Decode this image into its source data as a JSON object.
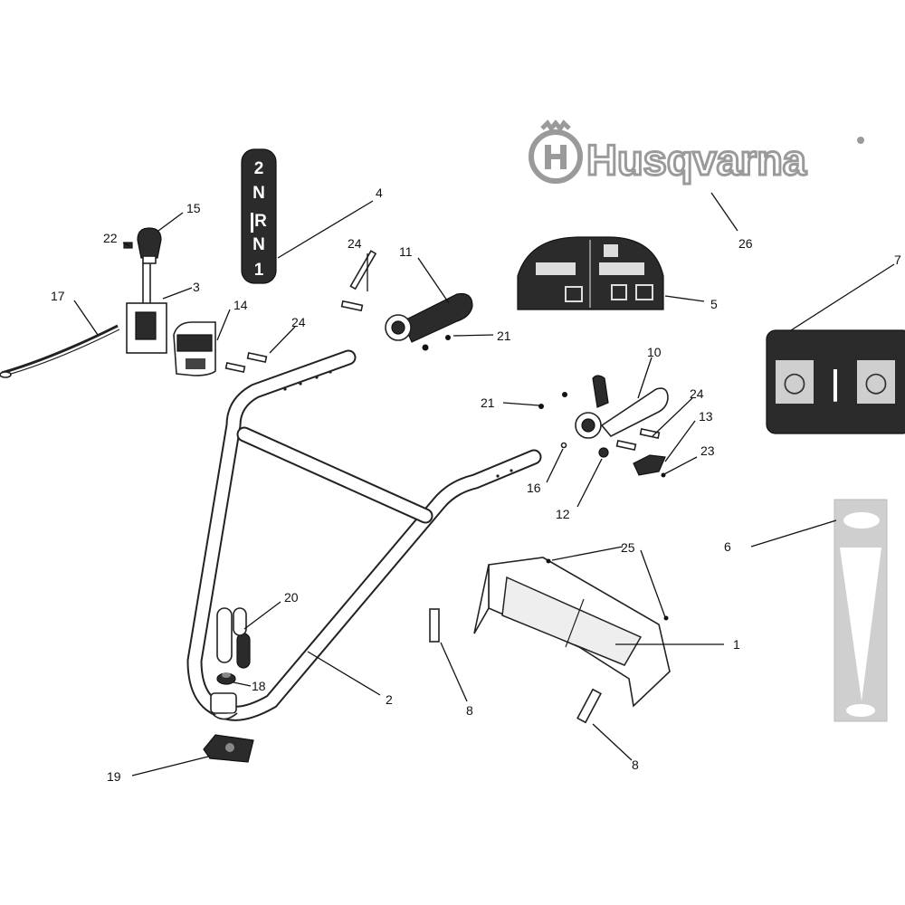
{
  "diagram": {
    "brand": {
      "text": "Husqvarna",
      "color": "#9a9a9a"
    },
    "gear_decal": [
      "2",
      "N",
      "R",
      "N",
      "1"
    ],
    "switch_decal_symbols": [
      "○",
      "|",
      "○"
    ],
    "labels": {
      "p1": "1",
      "p2": "2",
      "p3": "3",
      "p4": "4",
      "p5": "5",
      "p6": "6",
      "p7": "7",
      "p8a": "8",
      "p8b": "8",
      "p10": "10",
      "p11": "11",
      "p12": "12",
      "p13": "13",
      "p14": "14",
      "p15": "15",
      "p16": "16",
      "p17": "17",
      "p18": "18",
      "p19": "19",
      "p20": "20",
      "p21a": "21",
      "p21b": "21",
      "p22": "22",
      "p23": "23",
      "p24a": "24",
      "p24b": "24",
      "p24c": "24",
      "p25": "25",
      "p26": "26"
    },
    "colors": {
      "outline": "#222222",
      "decal_dark": "#2b2b2b",
      "decal_grey": "#cfcfcf"
    }
  }
}
